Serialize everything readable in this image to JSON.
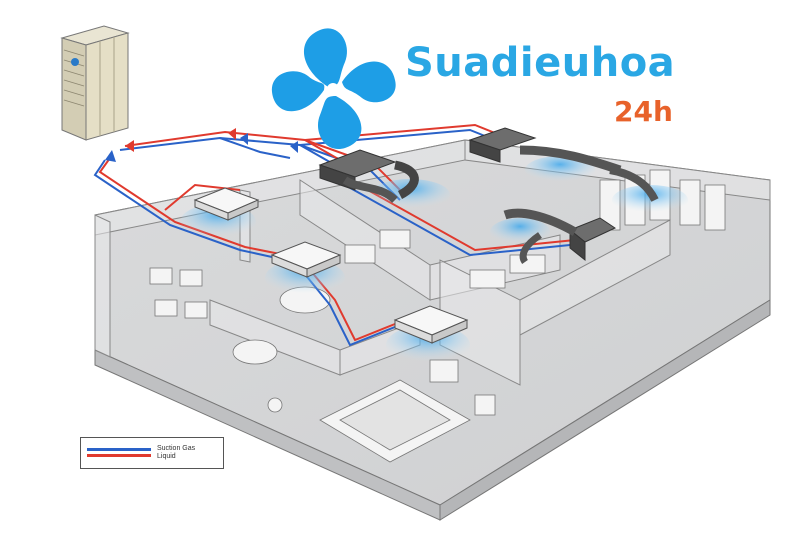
{
  "brand": {
    "name": "Suadieuhoa",
    "suffix": "24h",
    "name_color": "#2aa7e4",
    "suffix_color": "#e8622a",
    "logo_icon": "fan-swirl-icon",
    "logo_color": "#1e9ee6"
  },
  "legend": {
    "items": [
      {
        "label": "Suction Gas",
        "color": "#2a62c8"
      },
      {
        "label": "Liquid",
        "color": "#e03a2e"
      }
    ]
  },
  "diagram": {
    "outdoor_unit_icon": "outdoor-condenser-unit-icon",
    "indoor_unit_icon": "ceiling-cassette-unit-icon",
    "duct_unit_icon": "ducted-indoor-unit-icon",
    "airflow_color": "#7ec8f0",
    "suction_pipe_color": "#2a62c8",
    "liquid_pipe_color": "#e03a2e"
  }
}
